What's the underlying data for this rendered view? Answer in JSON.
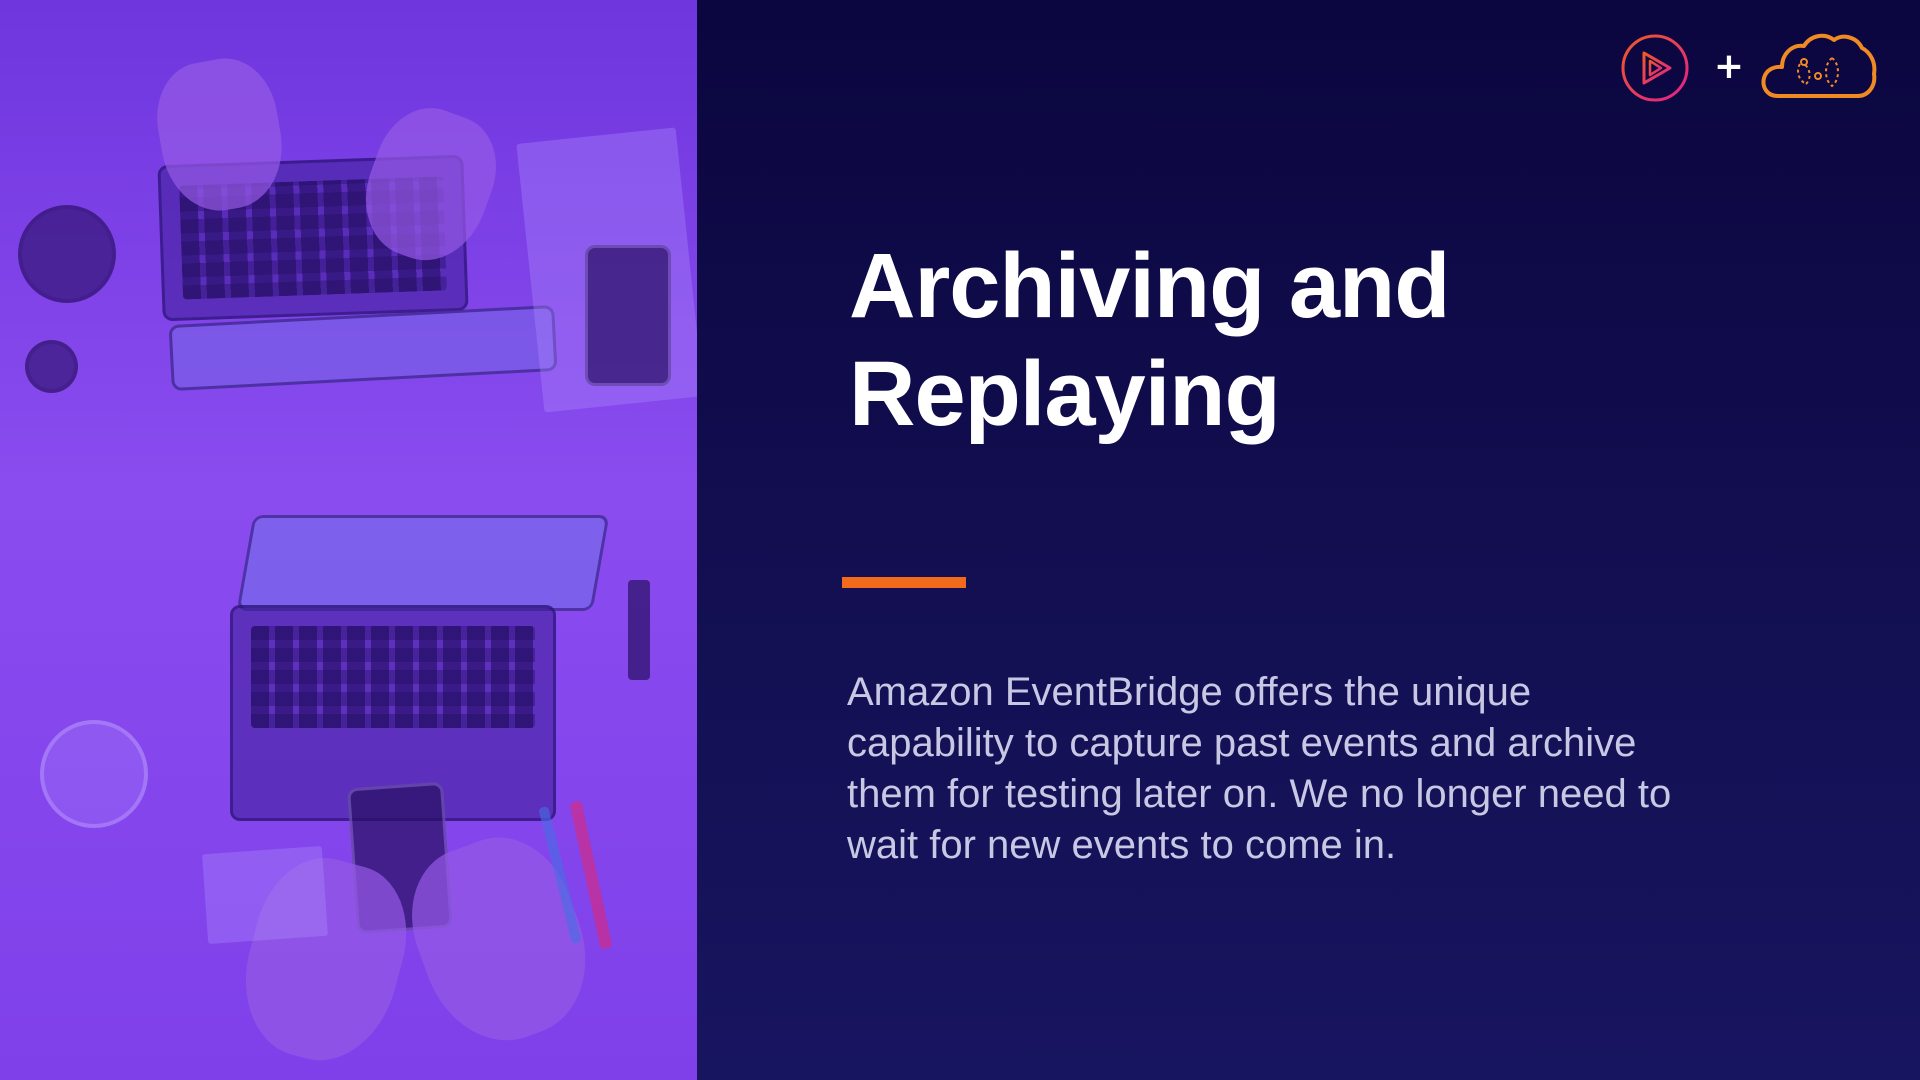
{
  "slide": {
    "title_line1": "Archiving and",
    "title_line2": "Replaying",
    "description": "Amazon EventBridge offers the unique capability to capture past events and archive them for testing later on. We no longer need to wait for new events to come in.",
    "plus_symbol": "+"
  },
  "colors": {
    "background": "#0c0842",
    "photo_tint": "#7a3de8",
    "accent": "#f26b1d",
    "title": "#ffffff",
    "body_text": "#c9c8e4",
    "play_logo": "#e5284d",
    "cloud_logo": "#f08a24"
  },
  "icons": {
    "play_logo": "play-logo-icon",
    "cloud_logo": "cloud-logo-icon"
  }
}
